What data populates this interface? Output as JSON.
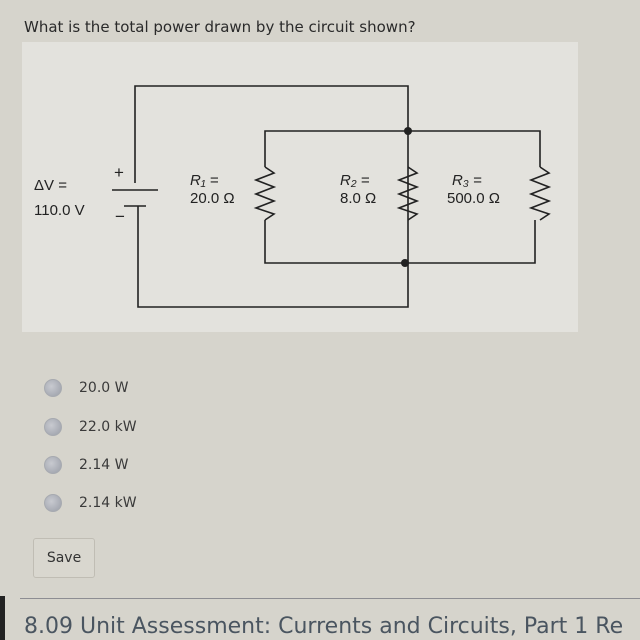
{
  "question": "What is the total power drawn by the circuit shown?",
  "circuit": {
    "voltage_label": "ΔV =",
    "voltage_value": "110.0 V",
    "plus": "+",
    "minus": "−",
    "resistors": [
      {
        "label": "R₁ =",
        "value": "20.0 Ω"
      },
      {
        "label": "R₂ =",
        "value": "8.0 Ω"
      },
      {
        "label": "R₃ =",
        "value": "500.0 Ω"
      }
    ]
  },
  "options": [
    "20.0 W",
    "22.0 kW",
    "2.14 W",
    "2.14 kW"
  ],
  "save_label": "Save",
  "footer_title": "8.09 Unit Assessment: Currents and Circuits, Part 1 Re"
}
